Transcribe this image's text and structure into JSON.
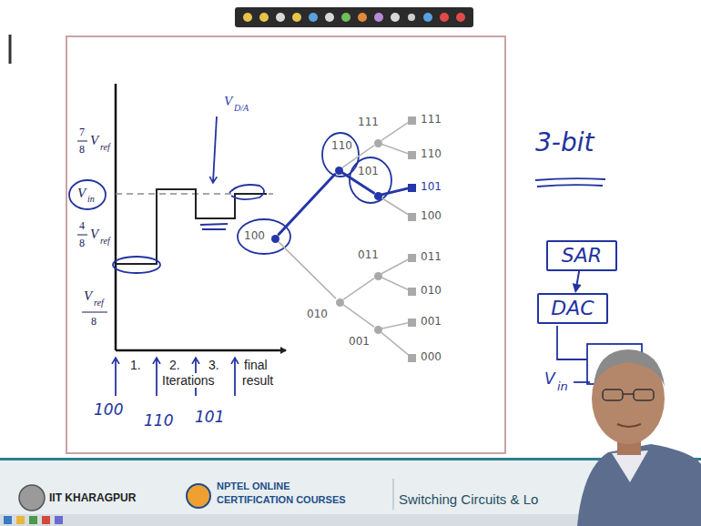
{
  "diagram": {
    "nodes": [
      {
        "text": [
          "100"
        ]
      },
      {
        "text": [
          "110"
        ]
      },
      {
        "text": [
          "010"
        ]
      },
      {
        "text": [
          "111"
        ]
      },
      {
        "text": [
          "101"
        ]
      },
      {
        "text": [
          "011"
        ]
      },
      {
        "text": [
          "001"
        ]
      },
      {
        "text": [
          "111"
        ]
      },
      {
        "text": [
          "110"
        ]
      },
      {
        "text": [
          "101"
        ]
      },
      {
        "text": [
          "100"
        ]
      },
      {
        "text": [
          "011"
        ]
      },
      {
        "text": [
          "010"
        ]
      },
      {
        "text": [
          "001"
        ]
      },
      {
        "text": [
          "000"
        ]
      },
      {
        "text": [
          "SAR"
        ]
      },
      {
        "text": [
          "DAC"
        ]
      }
    ],
    "edges": [
      {
        "from": 0,
        "to": 1,
        "arrow": "none"
      },
      {
        "from": 0,
        "to": 2,
        "arrow": "none"
      },
      {
        "from": 1,
        "to": 3,
        "arrow": "none"
      },
      {
        "from": 1,
        "to": 4,
        "arrow": "none"
      },
      {
        "from": 2,
        "to": 5,
        "arrow": "none"
      },
      {
        "from": 2,
        "to": 6,
        "arrow": "none"
      },
      {
        "from": 3,
        "to": 7,
        "arrow": "none"
      },
      {
        "from": 3,
        "to": 8,
        "arrow": "none"
      },
      {
        "from": 4,
        "to": 9,
        "arrow": "none"
      },
      {
        "from": 4,
        "to": 10,
        "arrow": "none"
      },
      {
        "from": 5,
        "to": 11,
        "arrow": "none"
      },
      {
        "from": 5,
        "to": 12,
        "arrow": "none"
      },
      {
        "from": 6,
        "to": 13,
        "arrow": "none"
      },
      {
        "from": 6,
        "to": 14,
        "arrow": "none"
      },
      {
        "from": 15,
        "to": 16,
        "arrow": "to"
      }
    ],
    "labels": [
      "3-bit",
      "7",
      "8",
      "V",
      "ref",
      "V",
      "in",
      "4",
      "8",
      "V",
      "ref",
      "V",
      "ref",
      "8",
      "V",
      "D/A",
      "1.",
      "2.",
      "3.",
      "final",
      "result",
      "Iterations",
      "100",
      "110",
      "101",
      "V",
      "in",
      "IIT KHARAGPUR",
      "NPTEL ONLINE",
      "CERTIFICATION COURSES",
      "Switching Circuits & Lo"
    ]
  }
}
